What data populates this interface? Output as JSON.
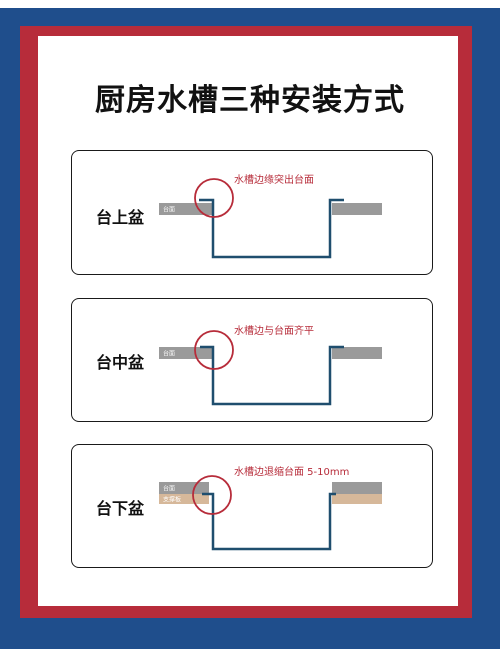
{
  "title": "厨房水槽三种安装方式",
  "colors": {
    "frame_blue": "#1f4e8c",
    "frame_red": "#b72c3a",
    "counter_gray": "#9a9a9a",
    "support_tan": "#d6b89a",
    "sink_blue": "#1f4e6e",
    "callout_red": "#b72c3a"
  },
  "methods": [
    {
      "label": "台上盆",
      "note": "水槽边缘突出台面",
      "tags": [
        "台面"
      ]
    },
    {
      "label": "台中盆",
      "note": "水槽边与台面齐平",
      "tags": [
        "台面"
      ]
    },
    {
      "label": "台下盆",
      "note": "水槽边退缩台面 5-10mm",
      "tags": [
        "台面",
        "支撑板"
      ]
    }
  ]
}
